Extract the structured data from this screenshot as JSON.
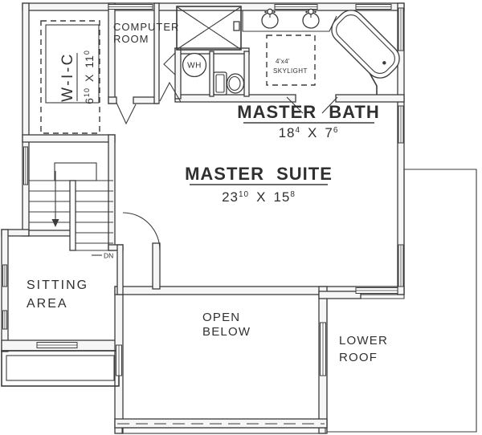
{
  "colors": {
    "line_color": "#3b3b3b",
    "text_color": "#303030",
    "background": "#ffffff"
  },
  "rooms": {
    "computer_room": {
      "label_line1": "COMPUTER",
      "label_line2": "ROOM"
    },
    "walk_in_closet": {
      "name": "W-I-C",
      "dim": {
        "a": "6",
        "a_sup": "10",
        "separator": "X",
        "b": "11",
        "b_sup": "0"
      }
    },
    "master_bath": {
      "name": "MASTER BATH",
      "dim": {
        "a": "18",
        "a_sup": "4",
        "separator": "X",
        "b": "7",
        "b_sup": "6"
      }
    },
    "master_suite": {
      "name": "MASTER SUITE",
      "dim": {
        "a": "23",
        "a_sup": "10",
        "separator": "X",
        "b": "15",
        "b_sup": "8"
      }
    },
    "sitting_area": {
      "label_line1": "SITTING",
      "label_line2": "AREA"
    },
    "open_below": {
      "label_line1": "OPEN",
      "label_line2": "BELOW"
    },
    "lower_roof": {
      "label_line1": "LOWER",
      "label_line2": "ROOF"
    }
  },
  "annotations": {
    "skylight_line1": "4'x4'",
    "skylight_line2": "SKYLIGHT",
    "water_heater_label": "WH",
    "stairs_down_label": "DN"
  }
}
